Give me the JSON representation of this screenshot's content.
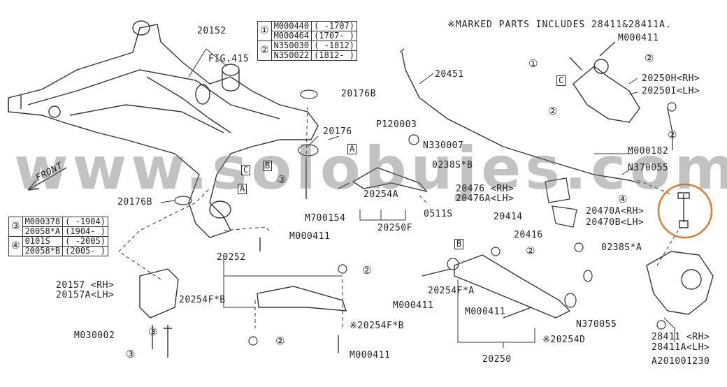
{
  "header_note": "※MARKED PARTS INCLUDES 28411&28411A.",
  "watermark": "www.solobujes.com",
  "diagram_code": "A201001230",
  "highlight_color": "#e07a2a",
  "ref_tables": [
    {
      "rows": [
        {
          "mark": "①",
          "part": "M000440",
          "range": "( -1707)"
        },
        {
          "mark": "",
          "part": "M000464",
          "range": "(1707- )"
        },
        {
          "mark": "②",
          "part": "N350030",
          "range": "( -1812)"
        },
        {
          "mark": "",
          "part": "N350022",
          "range": "(1812- )"
        }
      ]
    },
    {
      "rows": [
        {
          "mark": "③",
          "part": "M000378",
          "range": "( -1904)"
        },
        {
          "mark": "",
          "part": "20058*A",
          "range": "(1904- )"
        },
        {
          "mark": "④",
          "part": "0101S",
          "range": "( -2005)"
        },
        {
          "mark": "",
          "part": "20058*B",
          "range": "(2005- )"
        }
      ]
    }
  ],
  "labels": {
    "l20152": "20152",
    "fig415": "FIG.415",
    "l20176b_top": "20176B",
    "l20176": "20176",
    "p120003": "P120003",
    "n330007": "N330007",
    "l0238sb": "0238S*B",
    "l20451": "20451",
    "m000411_top": "M000411",
    "l20250h": "20250H<RH>",
    "l20250i": "20250I<LH>",
    "m000182": "M000182",
    "n370055_top": "N370055",
    "l20476": "20476 <RH>",
    "l20476a": "20476A<LH>",
    "l20414": "20414",
    "l20470a": "20470A<RH>",
    "l20470b": "20470B<LH>",
    "l20416": "20416",
    "l0238sa": "0238S*A",
    "l20176b_left": "20176B",
    "l20254a": "20254A",
    "m700154": "M700154",
    "l20250f": "20250F",
    "l0511s": "0511S",
    "m000411_mid": "M000411",
    "l20252": "20252",
    "l20157": "20157 <RH>",
    "l20157a": "20157A<LH>",
    "l20254fb": "20254F*B",
    "m030002": "M030002",
    "l20254fb2": "※20254F*B",
    "m000411_bot": "M000411",
    "l20254fa": "20254F*A",
    "m000411_b1": "M000411",
    "m000411_b2": "M000411",
    "n370055_bot": "N370055",
    "l20254d": "※20254D",
    "l20250": "20250",
    "l28411": "28411 <RH>",
    "l28411a": "28411A<LH>",
    "front": "FRONT",
    "boxA1": "A",
    "boxA2": "A",
    "boxB1": "B",
    "boxB2": "B",
    "boxC1": "C",
    "boxC2": "C"
  },
  "callouts": {
    "c1": "①",
    "c2": "②",
    "c3": "③",
    "c4": "④"
  }
}
